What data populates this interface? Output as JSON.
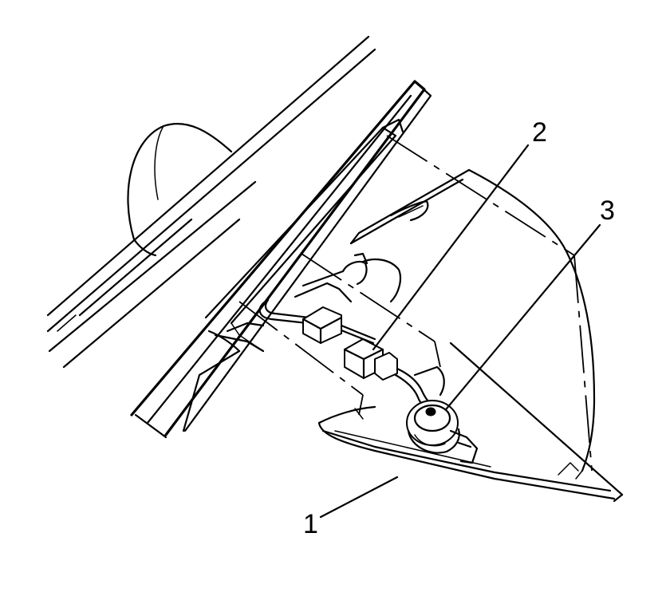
{
  "diagram": {
    "type": "exploded-view line illustration",
    "callouts": [
      {
        "id": "callout-1",
        "label": "1"
      },
      {
        "id": "callout-2",
        "label": "2"
      },
      {
        "id": "callout-3",
        "label": "3"
      }
    ]
  }
}
